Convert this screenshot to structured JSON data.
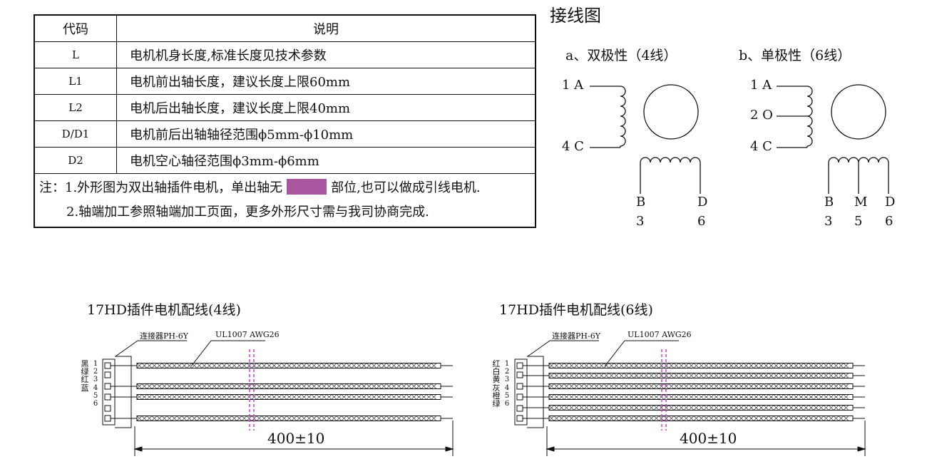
{
  "table": {
    "header": {
      "code": "代码",
      "desc": "说明"
    },
    "rows": [
      {
        "code": "L",
        "desc": "电机机身长度,标准长度见技术参数"
      },
      {
        "code": "L1",
        "desc": "电机前出轴长度，建议长度上限60mm"
      },
      {
        "code": "L2",
        "desc": "电机后出轴长度，建议长度上限40mm"
      },
      {
        "code": "D/D1",
        "desc": "电机前后出轴轴径范围ϕ5mm-ϕ10mm"
      },
      {
        "code": "D2",
        "desc": "电机空心轴径范围ϕ3mm-ϕ6mm"
      }
    ],
    "note": {
      "prefix": "注：1.外形图为双出轴插件电机，单出轴无",
      "suffix": "部位,也可以做成引线电机.",
      "line2": "2.轴端加工参照轴端加工页面，更多外形尺寸需与我司协商完成.",
      "highlight_color": "#a9559f"
    }
  },
  "wiring": {
    "title": "接线图",
    "bipolar": {
      "title": "a、双极性（4线）",
      "left_labels": [
        "1 A",
        "4 C"
      ],
      "bottom_letters": [
        "B",
        "D"
      ],
      "bottom_numbers": [
        "3",
        "6"
      ]
    },
    "unipolar": {
      "title": "b、单极性（6线）",
      "left_labels": [
        "1 A",
        "2 O",
        "4 C"
      ],
      "bottom_letters": [
        "B",
        "M",
        "D"
      ],
      "bottom_numbers": [
        "3",
        "5",
        "6"
      ]
    }
  },
  "cables": {
    "four_wire": {
      "title": "17HD插件电机配线(4线)",
      "connector_label": "连接器PH-6Y",
      "cable_label": "UL1007 AWG26",
      "pin_numbers": [
        "1",
        "2",
        "3",
        "4",
        "5",
        "6"
      ],
      "wire_colors": [
        "黑",
        "",
        "绿",
        "红",
        "",
        "蓝"
      ],
      "length": "400±10"
    },
    "six_wire": {
      "title": "17HD插件电机配线(6线)",
      "connector_label": "连接器PH-6Y",
      "cable_label": "UL1007 AWG26",
      "pin_numbers": [
        "1",
        "2",
        "3",
        "4",
        "5",
        "6"
      ],
      "wire_colors": [
        "红",
        "白",
        "黄",
        "灰",
        "橙",
        "绿"
      ],
      "length": "400±10"
    },
    "cut_mark_color": "#d23bd2"
  }
}
